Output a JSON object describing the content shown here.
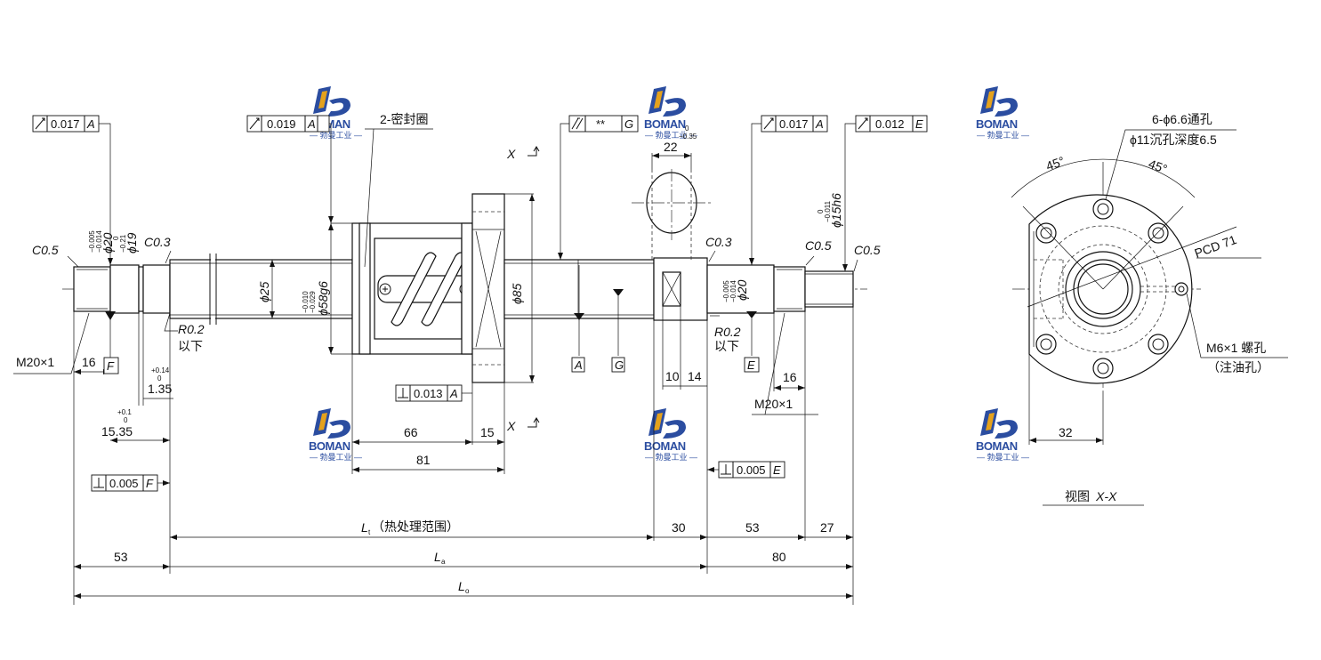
{
  "brand": {
    "logo_text": "BOMAN",
    "logo_sub": "— 勃曼工业 —",
    "primary": "#2b4da0",
    "accent": "#e5a21c"
  },
  "tolerance_frames": {
    "left_runout": {
      "value": "0.017",
      "datum": "A"
    },
    "nut_runout": {
      "value": "0.019",
      "datum": "A"
    },
    "parallel": {
      "value": "**",
      "datum": "G"
    },
    "right_runout": {
      "value": "0.017",
      "datum": "A"
    },
    "end_runout": {
      "value": "0.012",
      "datum": "E"
    },
    "flange_perp": {
      "value": "0.013",
      "datum": "A"
    },
    "left_perp": {
      "value": "0.005",
      "datum": "F"
    },
    "right_perp": {
      "value": "0.005",
      "datum": "E"
    }
  },
  "labels": {
    "seal": "2-密封圈",
    "section_mark": "X",
    "c05": "C0.5",
    "c03": "C0.3",
    "r02": "R0.2",
    "below": "以下",
    "m20": "M20×1",
    "datum_a": "A",
    "datum_g": "G",
    "datum_e": "E",
    "datum_f": "F"
  },
  "diameters": {
    "d20_left": "ϕ20",
    "d20_left_tol_up": "−0.005",
    "d20_left_tol_dn": "−0.014",
    "d19": "ϕ19",
    "d19_tol_up": "0",
    "d19_tol_dn": "−0.21",
    "d25": "ϕ25",
    "d58": "ϕ58g6",
    "d58_tol_up": "−0.010",
    "d58_tol_dn": "−0.029",
    "d85": "ϕ85",
    "d20_right": "ϕ20",
    "d20_right_tol_up": "−0.005",
    "d20_right_tol_dn": "−0.014",
    "d15": "ϕ15h6",
    "d15_tol_up": "0",
    "d15_tol_dn": "−0.011"
  },
  "dims": {
    "d16_left": "16",
    "d135": "1.35",
    "d135_tol_up": "+0.14",
    "d135_tol_dn": "0",
    "d1535": "15.35",
    "d1535_tol_up": "+0.1",
    "d1535_tol_dn": "0",
    "d66": "66",
    "d15": "15",
    "d81": "81",
    "d22": "22",
    "d22_tol_up": "0",
    "d22_tol_dn": "−0.35",
    "d10": "10",
    "d14": "14",
    "d16_right": "16",
    "lt_label": "L",
    "lt_sub": "t",
    "lt_note": "（热处理范围）",
    "d30": "30",
    "d53_right": "53",
    "d27": "27",
    "d53_left": "53",
    "la_label": "L",
    "la_sub": "a",
    "d80": "80",
    "lo_label": "L",
    "lo_sub": "o"
  },
  "view_xx": {
    "holes_note": "6-ϕ6.6通孔",
    "cbore_note": "ϕ11沉孔深度6.5",
    "angle_left": "45°",
    "angle_right": "45°",
    "pcd": "PCD 71",
    "oil_hole": "M6×1 螺孔",
    "oil_note": "（注油孔）",
    "dim32": "32",
    "title_prefix": "视图",
    "title_view": "X-X"
  }
}
